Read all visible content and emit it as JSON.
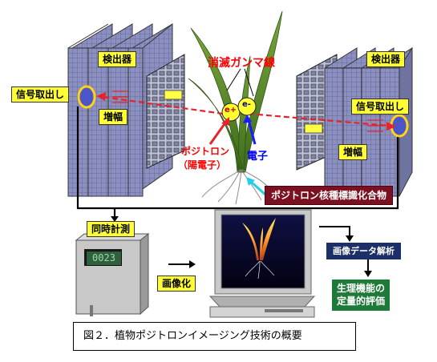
{
  "labels": {
    "detector_left": "検出器",
    "detector_right": "検出器",
    "signal_left": "信号取出し",
    "signal_right": "信号取出し",
    "amp_left": "増幅",
    "amp_right": "増幅",
    "annihilation": "消滅ガンマ線",
    "positron_line1": "ポジトロン",
    "positron_line2": "（陽電子）",
    "electron": "電子",
    "e_plus": "e+",
    "e_minus": "e-",
    "compound": "ポジトロン核種標識化合物",
    "coincidence": "同時計測",
    "counter_value": "0023",
    "imaging": "画像化",
    "analysis": "画像データ解析",
    "quant_line1": "生理機能の",
    "quant_line2": "定量的評価"
  },
  "caption": "図２．植物ポジトロンイメージング技術の概要",
  "colors": {
    "label_yellow": "#ffff33",
    "red_text": "#ff0000",
    "blue_text": "#0000ee",
    "banner": "#7a1020",
    "navy": "#1c2f66",
    "green": "#1f7a3a",
    "detector_face": "#8a8fbf"
  }
}
